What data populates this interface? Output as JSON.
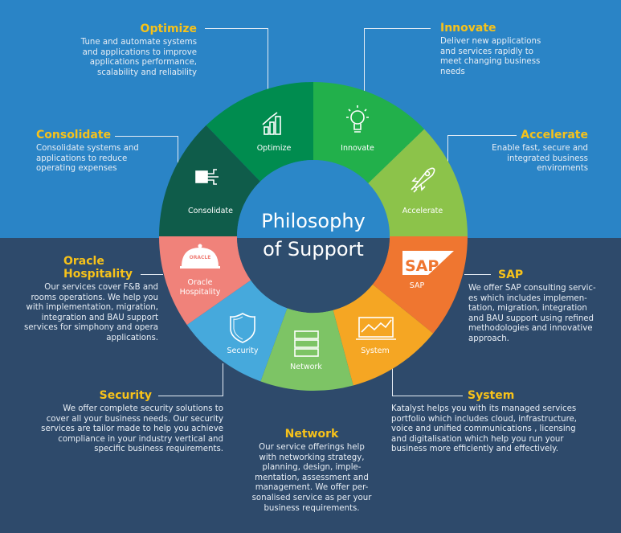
{
  "title": {
    "line1": "Philosophy",
    "line2": "of Support"
  },
  "colors": {
    "bg_top": "#2a84c6",
    "bg_bottom": "#2e4a6b",
    "heading": "#f7c21a",
    "inner_top": "#2b87c8",
    "inner_bottom": "#2e4d6e"
  },
  "segments": [
    {
      "id": "innovate",
      "label": "Innovate",
      "color": "#22b04b",
      "icon": "lightbulb-icon"
    },
    {
      "id": "accelerate",
      "label": "Accelerate",
      "color": "#8cc34a",
      "icon": "rocket-icon"
    },
    {
      "id": "sap",
      "label": "SAP",
      "color": "#ef7630",
      "icon": "sap-logo-icon"
    },
    {
      "id": "system",
      "label": "System",
      "color": "#f5a623",
      "icon": "laptop-chart-icon"
    },
    {
      "id": "network",
      "label": "Network",
      "color": "#7dc465",
      "icon": "server-icon"
    },
    {
      "id": "security",
      "label": "Security",
      "color": "#46a9dc",
      "icon": "shield-icon"
    },
    {
      "id": "oracle",
      "label": "Oracle Hospitality",
      "label_l1": "Oracle",
      "label_l2": "Hospitality",
      "color": "#f0827a",
      "icon": "cloche-icon",
      "logo_text": "ORACLE"
    },
    {
      "id": "consolidate",
      "label": "Consolidate",
      "color": "#0f5c4a",
      "icon": "chip-icon"
    },
    {
      "id": "optimize",
      "label": "Optimize",
      "color": "#008c4f",
      "icon": "bar-chart-icon"
    }
  ],
  "sap_logo_text": "SAP",
  "blocks": {
    "optimize": {
      "title": "Optimize",
      "lines": [
        "Tune and automate systems",
        "and applications to improve",
        "applications performance,",
        "scalability and reliability"
      ]
    },
    "innovate": {
      "title": "Innovate",
      "lines": [
        "Deliver new applications",
        "and services rapidly to",
        "meet changing business",
        "needs"
      ]
    },
    "consolidate": {
      "title": "Consolidate",
      "lines": [
        "Consolidate systems and",
        "applications to reduce",
        "operating expenses"
      ]
    },
    "accelerate": {
      "title": "Accelerate",
      "lines": [
        "Enable fast, secure and",
        "integrated business",
        "enviroments"
      ]
    },
    "oracle": {
      "title_l1": "Oracle",
      "title_l2": "Hospitality",
      "lines": [
        "Our services cover F&B and",
        "rooms operations. We help you",
        "with implementation, migration,",
        "integration and BAU support",
        "services for simphony and opera",
        "applications."
      ]
    },
    "sap": {
      "title": "SAP",
      "lines": [
        "We offer SAP consulting servic-",
        "es which includes implemen-",
        "tation, migration, integration",
        "and BAU support using refined",
        "methodologies and innovative",
        "approach."
      ]
    },
    "security": {
      "title": "Security",
      "lines": [
        "We offer complete security solutions to",
        "cover all your business needs. Our security",
        "services are tailor made to help you achieve",
        "compliance in your industry vertical and",
        "specific business requirements."
      ]
    },
    "system": {
      "title": "System",
      "lines": [
        "Katalyst helps you with its managed services",
        "portfolio which includes cloud, infrastructure,",
        "voice and unified communications , licensing",
        "and digitalisation which help you run your",
        "business more efficiently and effectively."
      ]
    },
    "network": {
      "title": "Network",
      "lines": [
        "Our service offerings help",
        "with networking strategy,",
        "planning, design, imple-",
        "mentation, assessment and",
        "management. We offer per-",
        "sonalised service as per your",
        "business requirements."
      ]
    }
  }
}
